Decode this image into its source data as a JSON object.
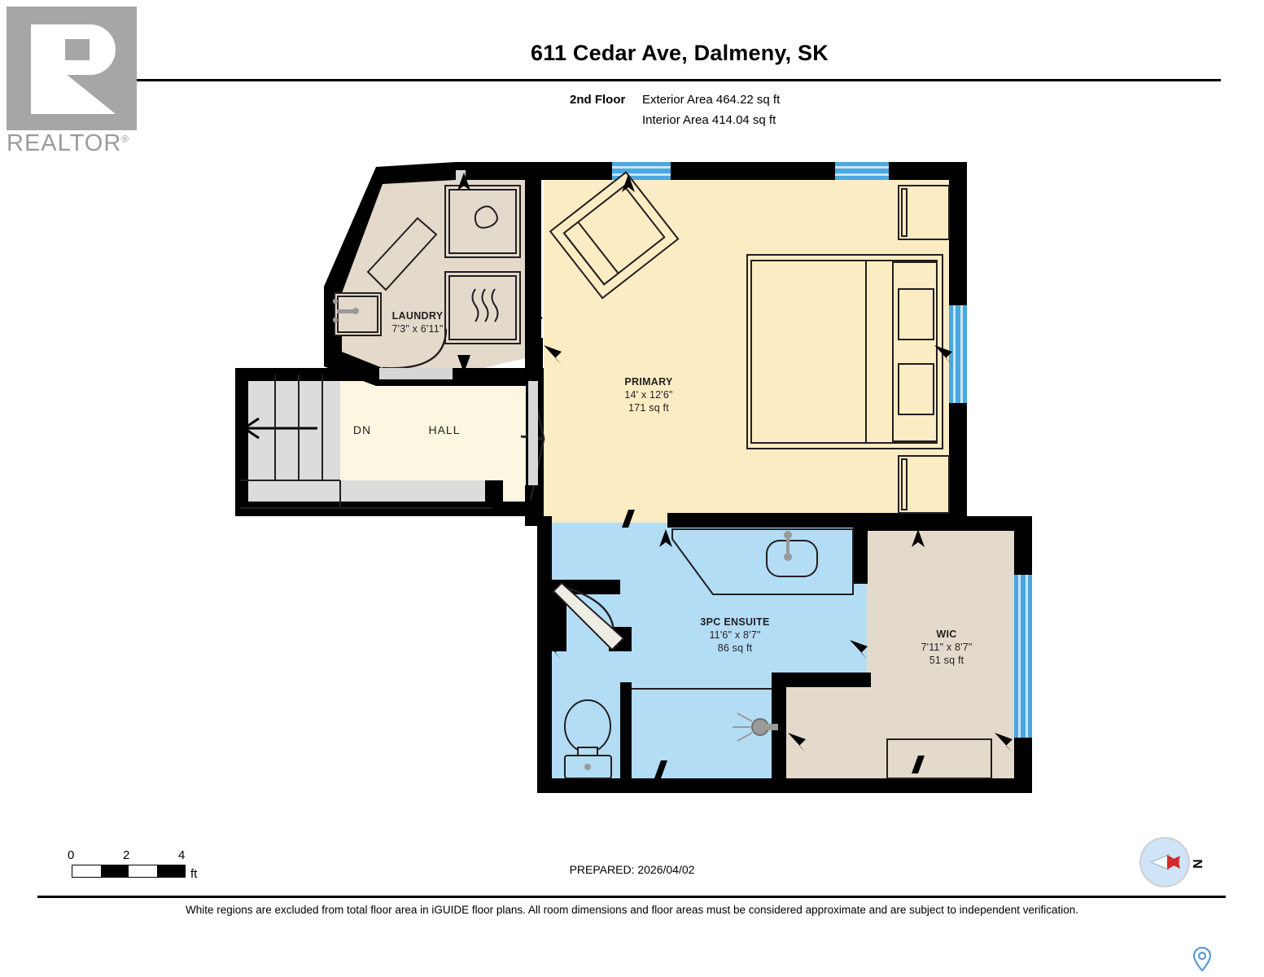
{
  "brand": {
    "logo_text": "REALTOR",
    "logo_sup": "®",
    "logo_icon": "realtor-r-logo"
  },
  "header": {
    "title": "611 Cedar Ave, Dalmeny, SK",
    "floor_label": "2nd Floor",
    "exterior_area": "Exterior Area 464.22 sq ft",
    "interior_area": "Interior Area 414.04 sq ft"
  },
  "rooms": [
    {
      "key": "laundry",
      "name": "LAUNDRY",
      "dims": "7'3\" x 6'11\"",
      "area": "",
      "fill": "#e4dacb"
    },
    {
      "key": "hall",
      "name": "HALL",
      "dims": "",
      "area": "",
      "fill": "#fdf6e0"
    },
    {
      "key": "stairs",
      "name": "DN",
      "dims": "",
      "area": "",
      "fill": "#dcdcdc"
    },
    {
      "key": "primary",
      "name": "PRIMARY",
      "dims": "14' x 12'6\"",
      "area": "171 sq ft",
      "fill": "#fcecc4"
    },
    {
      "key": "ensuite",
      "name": "3PC ENSUITE",
      "dims": "11'6\" x 8'7\"",
      "area": "86 sq ft",
      "fill": "#b3ddf5"
    },
    {
      "key": "wic",
      "name": "WIC",
      "dims": "7'11\" x 8'7\"",
      "area": "51 sq ft",
      "fill": "#e4dacb"
    }
  ],
  "scale": {
    "ticks": [
      "0",
      "2",
      "4"
    ],
    "unit": "ft"
  },
  "footer": {
    "prepared": "PREPARED: 2026/04/02",
    "disclaimer": "White regions are excluded from total floor area in iGUIDE floor plans. All room dimensions and floor areas must be considered approximate and are subject to independent verification."
  },
  "compass": {
    "label": "N",
    "icon": "compass-rose-icon",
    "fill": "#cfe4f7",
    "needle": "#d32b2b"
  },
  "map_pin": {
    "icon": "map-pin-icon",
    "color": "#5b9bd5"
  },
  "palette": {
    "wall": "#000000",
    "window": "#4aa8e0",
    "primary_fill": "#fcecc4",
    "bath_fill": "#b3ddf5",
    "tan_fill": "#e4dacb",
    "hall_fill": "#fdf6e0",
    "stair_fill": "#dcdcdc",
    "logo_gray": "#a6a6a6"
  }
}
